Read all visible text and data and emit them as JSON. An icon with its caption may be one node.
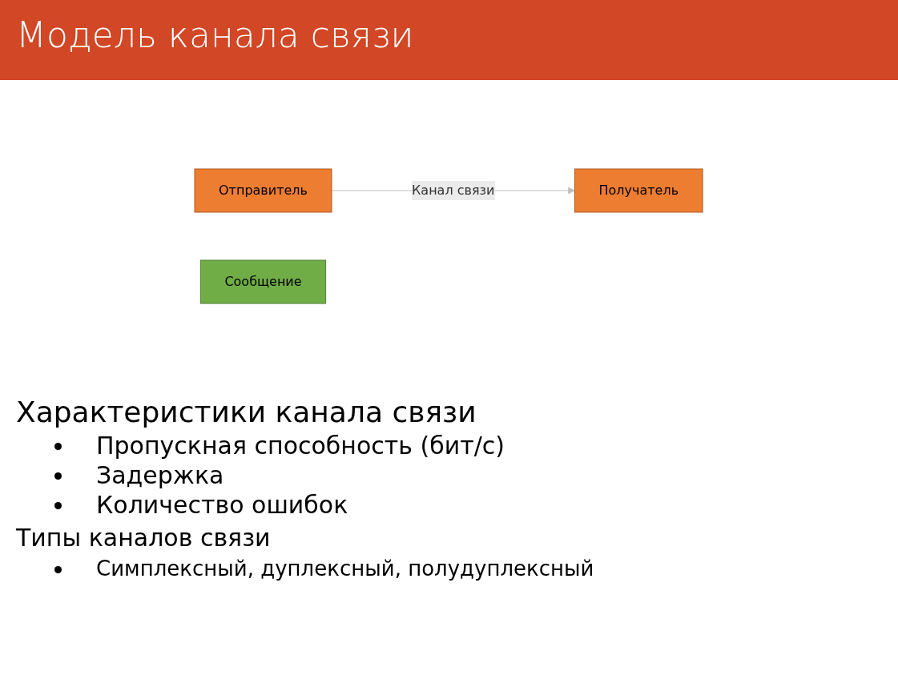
{
  "diagram": {
    "title": "Модель канала связи",
    "nodes": [
      {
        "text": [
          "Отправитель"
        ]
      },
      {
        "text": [
          "Получатель"
        ]
      },
      {
        "text": [
          "Сообщение"
        ]
      }
    ],
    "edges": [
      {
        "from": 0,
        "to": 1,
        "arrow": "to",
        "label": "Канал связи",
        "color": "#bfbfbf"
      }
    ],
    "labels": [
      "Характеристики канала связи",
      "Пропускная способность (бит/с)",
      "Задержка",
      "Количество ошибок",
      "Типы каналов связи",
      "Симплексный, дуплексный, полудуплексный"
    ]
  }
}
